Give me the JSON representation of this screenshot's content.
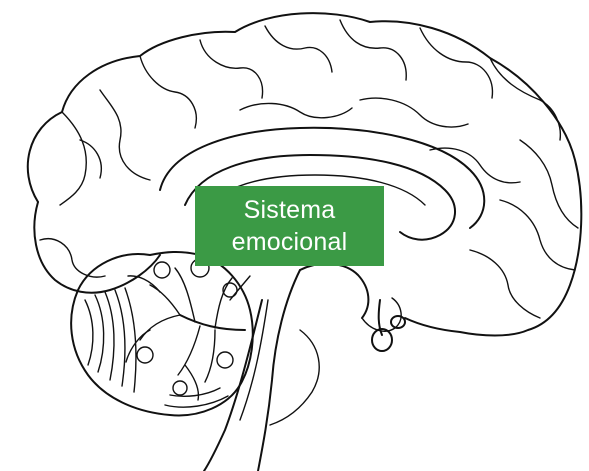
{
  "diagram": {
    "label": {
      "line1": "Sistema",
      "line2": "emocional",
      "background_color": "#3b9a45",
      "text_color": "#ffffff"
    },
    "illustration": {
      "subject": "brain-midsagittal-section",
      "line_color": "#111111"
    }
  }
}
